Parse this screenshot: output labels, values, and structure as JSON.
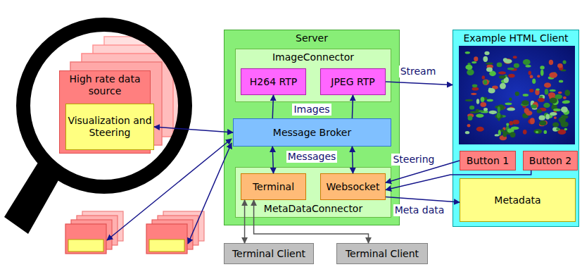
{
  "diagram": {
    "nodes": [
      {
        "text": [
          "High rate data source"
        ]
      },
      {
        "text": [
          "Visualization and Steering"
        ],
        "in": 0
      },
      {
        "text": [
          "Server"
        ]
      },
      {
        "text": [
          "ImageConnector"
        ],
        "in": 2
      },
      {
        "text": [
          "H264 RTP"
        ],
        "in": 3
      },
      {
        "text": [
          "JPEG RTP"
        ],
        "in": 3
      },
      {
        "text": [
          "Message Broker"
        ],
        "in": 2
      },
      {
        "text": [
          "MetaDataConnector"
        ],
        "in": 2
      },
      {
        "text": [
          "Terminal"
        ],
        "in": 7
      },
      {
        "text": [
          "Websocket"
        ],
        "in": 7
      },
      {
        "text": [
          "Example HTML Client"
        ]
      },
      {
        "text": [
          "Button 1"
        ],
        "in": 10
      },
      {
        "text": [
          "Button 2"
        ],
        "in": 10
      },
      {
        "text": [
          "Metadata"
        ],
        "in": 10
      },
      {
        "text": [
          "Terminal Client"
        ]
      },
      {
        "text": [
          "Terminal Client"
        ]
      }
    ],
    "edges": [
      {
        "from": 1,
        "to": 6,
        "arrow": "both"
      },
      {
        "from": 6,
        "to": 4,
        "arrow": "to"
      },
      {
        "from": 6,
        "to": 5,
        "arrow": "to"
      },
      {
        "from": 6,
        "to": 8,
        "arrow": "both"
      },
      {
        "from": 6,
        "to": 9,
        "arrow": "both"
      },
      {
        "from": 5,
        "to": 10,
        "label": "Stream",
        "arrow": "to"
      },
      {
        "from": 11,
        "to": 9,
        "arrow": "to"
      },
      {
        "from": 12,
        "to": 9,
        "arrow": "to"
      },
      {
        "from": 9,
        "to": 13,
        "label": "Meta data",
        "arrow": "to"
      },
      {
        "from": 8,
        "to": 14,
        "arrow": "both"
      },
      {
        "from": 8,
        "to": 15,
        "arrow": "both"
      }
    ],
    "labels": [
      "Images",
      "Messages",
      "Steering"
    ]
  }
}
